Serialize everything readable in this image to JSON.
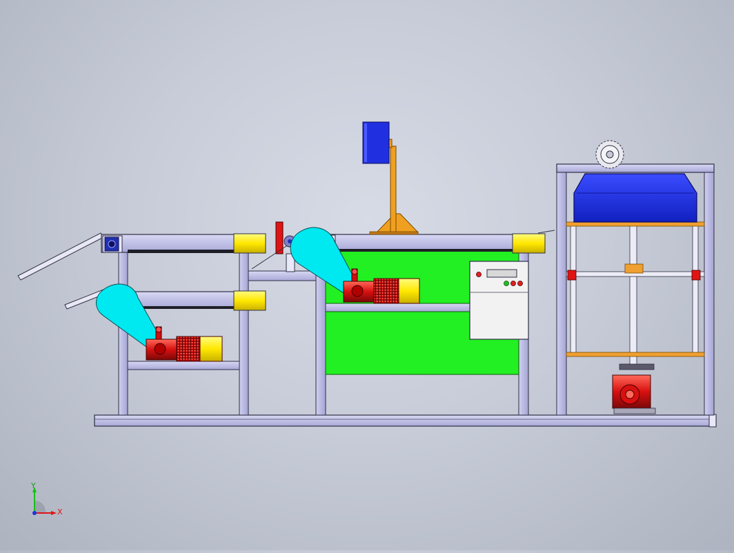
{
  "scene": {
    "type": "CAD assembly front view",
    "background_color": "#c4c9d4",
    "colors": {
      "frame": "#b9b8e6",
      "frame_stroke": "#3a3a55",
      "belt": "#1e1e26",
      "end_cap": "#ffef00",
      "motor_red": "#e01414",
      "motor_dark": "#5a0a0a",
      "hopper_cyan": "#00e8f0",
      "tank_green": "#22f022",
      "mast_orange": "#f0a020",
      "sensor_blue": "#2030e0",
      "press_blue": "#1c2ee8",
      "rail_orange": "#f0a030",
      "control_box": "#f2f2f2"
    },
    "indicator_lights": [
      "red",
      "green",
      "red"
    ],
    "icons": [
      "axis-triad-icon",
      "gear-icon"
    ]
  },
  "axis": {
    "y_label": "Y",
    "x_label": "X"
  }
}
